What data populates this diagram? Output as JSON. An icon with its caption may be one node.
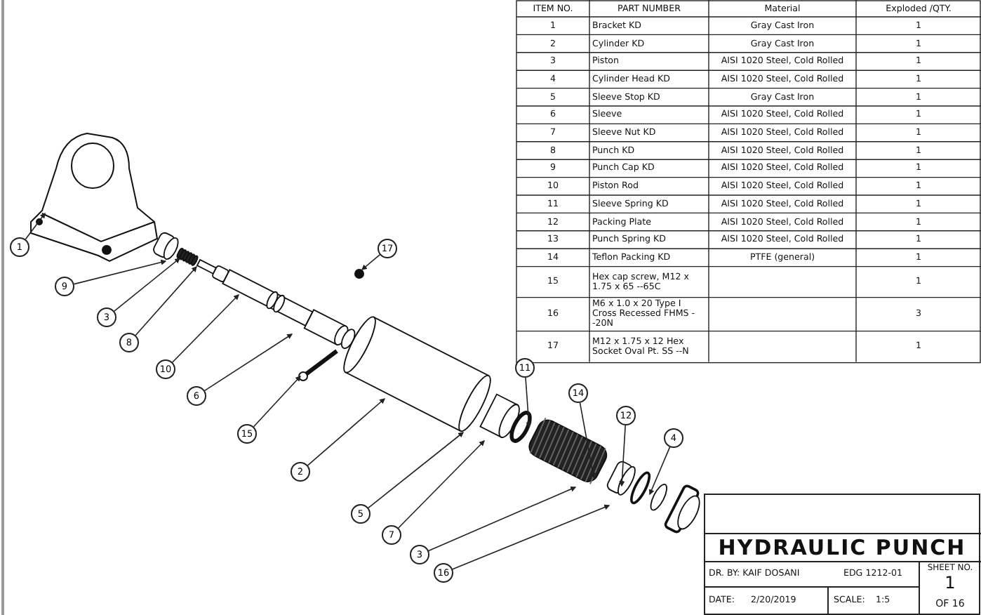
{
  "diagram": {
    "nodes": [
      {
        "text": [
          "1"
        ]
      },
      {
        "text": [
          "9"
        ]
      },
      {
        "text": [
          "3"
        ]
      },
      {
        "text": [
          "8"
        ]
      },
      {
        "text": [
          "10"
        ]
      },
      {
        "text": [
          "6"
        ]
      },
      {
        "text": [
          "15"
        ]
      },
      {
        "text": [
          "17"
        ]
      },
      {
        "text": [
          "2"
        ]
      },
      {
        "text": [
          "5"
        ]
      },
      {
        "text": [
          "7"
        ]
      },
      {
        "text": [
          "3"
        ]
      },
      {
        "text": [
          "16"
        ]
      },
      {
        "text": [
          "11"
        ]
      },
      {
        "text": [
          "14"
        ]
      },
      {
        "text": [
          "12"
        ]
      },
      {
        "text": [
          "4"
        ]
      }
    ],
    "edges": [
      {
        "from": 0,
        "to": null,
        "arrow": "to"
      },
      {
        "from": 1,
        "to": null,
        "arrow": "to"
      },
      {
        "from": 2,
        "to": null,
        "arrow": "to"
      },
      {
        "from": 3,
        "to": null,
        "arrow": "to"
      },
      {
        "from": 4,
        "to": null,
        "arrow": "to"
      },
      {
        "from": 5,
        "to": null,
        "arrow": "to"
      },
      {
        "from": 6,
        "to": null,
        "arrow": "to"
      },
      {
        "from": 7,
        "to": null,
        "arrow": "to"
      },
      {
        "from": 8,
        "to": null,
        "arrow": "to"
      },
      {
        "from": 9,
        "to": null,
        "arrow": "to"
      },
      {
        "from": 10,
        "to": null,
        "arrow": "to"
      },
      {
        "from": 11,
        "to": null,
        "arrow": "to"
      },
      {
        "from": 12,
        "to": null,
        "arrow": "to"
      },
      {
        "from": 13,
        "to": null,
        "arrow": "to"
      },
      {
        "from": 14,
        "to": null,
        "arrow": "to"
      },
      {
        "from": 15,
        "to": null,
        "arrow": "to"
      },
      {
        "from": 16,
        "to": null,
        "arrow": "to"
      }
    ],
    "labels": [
      "ITEM NO.",
      "PART NUMBER",
      "Material",
      "Exploded /QTY.",
      "1",
      "Bracket KD",
      "Gray Cast Iron",
      "1",
      "2",
      "Cylinder KD",
      "Gray Cast Iron",
      "1",
      "3",
      "Piston",
      "AISI 1020 Steel, Cold Rolled",
      "1",
      "4",
      "Cylinder Head KD",
      "AISI 1020 Steel, Cold Rolled",
      "1",
      "5",
      "Sleeve Stop KD",
      "Gray Cast Iron",
      "1",
      "6",
      "Sleeve",
      "AISI 1020 Steel, Cold Rolled",
      "1",
      "7",
      "Sleeve Nut KD",
      "AISI 1020 Steel, Cold Rolled",
      "1",
      "8",
      "Punch KD",
      "AISI 1020 Steel, Cold Rolled",
      "1",
      "9",
      "Punch Cap KD",
      "AISI 1020 Steel, Cold Rolled",
      "1",
      "10",
      "Piston Rod",
      "AISI 1020 Steel, Cold Rolled",
      "1",
      "11",
      "Sleeve Spring KD",
      "AISI 1020 Steel, Cold Rolled",
      "1",
      "12",
      "Packing Plate",
      "AISI 1020 Steel, Cold Rolled",
      "1",
      "13",
      "Punch Spring KD",
      "AISI 1020 Steel, Cold Rolled",
      "1",
      "14",
      "Teflon Packing KD",
      "PTFE (general)",
      "1",
      "15",
      "Hex cap screw, M12 x 1.75 x 65 --65C",
      "1",
      "16",
      "M6 x 1.0 x 20 Type I Cross Recessed FHMS --20N",
      "3",
      "17",
      "M12 x 1.75 x 12 Hex Socket Oval Pt. SS --N",
      "1",
      "HYDRAULIC PUNCH",
      "DR. BY: KAIF DOSANI",
      "EDG 1212-01",
      "SHEET NO.",
      "1",
      "OF 16",
      "DATE:",
      "2/20/2019",
      "SCALE:",
      "1:5"
    ]
  }
}
